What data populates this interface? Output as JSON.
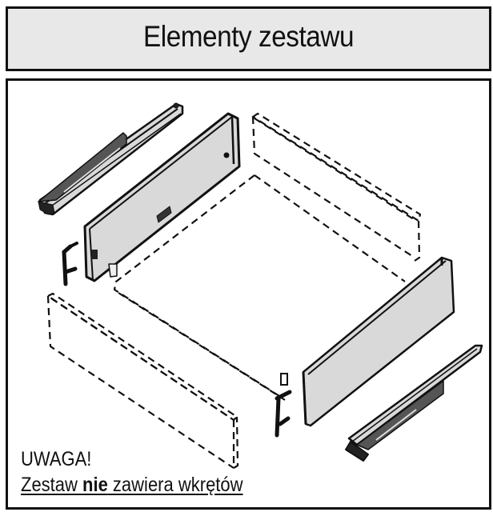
{
  "header": {
    "title": "Elementy zestawu"
  },
  "diagram": {
    "components": [
      "left-drawer-runner",
      "left-side-panel",
      "back-panel-dashed",
      "bottom-panel-dashed",
      "front-panel-dashed",
      "left-front-bracket",
      "right-front-bracket",
      "right-side-panel",
      "right-drawer-runner"
    ],
    "colors": {
      "panel_fill": "#d9d9d9",
      "line": "#111111",
      "header_bg": "#e8e8e8"
    }
  },
  "note": {
    "title": "UWAGA!",
    "text_before": "Zestaw ",
    "text_bold": "nie",
    "text_after": " zawiera wkrętów"
  }
}
